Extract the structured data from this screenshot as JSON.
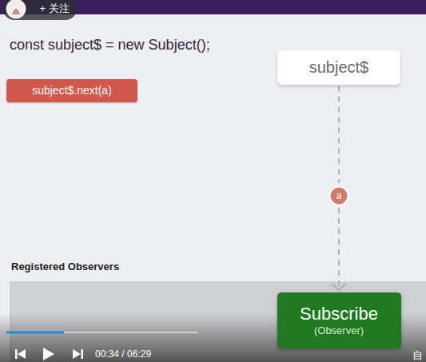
{
  "diagram": {
    "nodes": [
      {
        "text": [
          "+ 关注"
        ]
      },
      {
        "text": [
          "subject$"
        ]
      },
      {
        "text": [
          "subject$.next(a)"
        ]
      },
      {
        "text": [
          "a"
        ]
      },
      {
        "text": [
          "Subscribe",
          "(Observer)"
        ]
      }
    ],
    "edges": [
      {
        "from": 1,
        "to": 3,
        "arrow": "none"
      },
      {
        "from": 3,
        "to": 4,
        "arrow": "to"
      }
    ],
    "labels": [
      "const subject$ = new Subject();",
      "Registered Observers",
      "00:34 / 06:29",
      "自"
    ]
  }
}
